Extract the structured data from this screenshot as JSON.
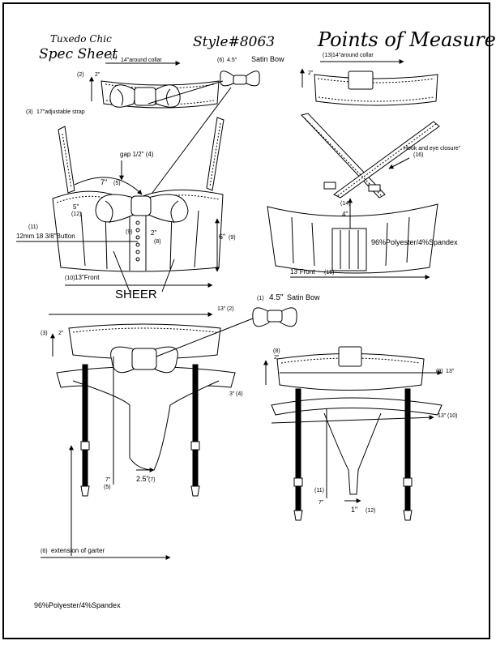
{
  "header": {
    "brand": "Tuxedo Chic",
    "sheet_type": "Spec Sheet",
    "style": "Style#8063",
    "title": "Points of Measure"
  },
  "collar_front": {
    "m1_num": "(1)",
    "m1_text": "14\"around collar",
    "m2_num": "(2)",
    "m2_text": "2\""
  },
  "bow_top": {
    "num": "(6)",
    "size": "4.5\"",
    "label": "Satin Bow"
  },
  "collar_back": {
    "m13_num": "(13)",
    "m13_text": "14\"around collar",
    "height": "2\""
  },
  "bra_front": {
    "strap_num": "(3)",
    "strap_text": "17\"adjustable strap",
    "gap": "gap 1/2\" (4)",
    "cup_top": "7\"",
    "cup_top_num": "(5)",
    "side": "5\"",
    "side_num": "(12)",
    "button_num": "(11)",
    "button_text": "12mm 18 3/8\"Button",
    "center_num": "(9)",
    "center": "2\"",
    "center_num2": "(8)",
    "height": "6\"",
    "height_num": "(9)",
    "front_num": "(10)",
    "front_text": "13\"Front",
    "sheer": "SHEER"
  },
  "bra_back": {
    "hook_text": "Hook and eye closure\"",
    "hook_num": "(16)",
    "back_num": "(14)",
    "back": "4\"",
    "front_text": "13\"Front",
    "front_num": "(15)",
    "fabric": "96%Polyester/4%Spandex"
  },
  "garter_front": {
    "bow_num": "(1)",
    "bow_size": "4.5\"",
    "bow_label": "Satin Bow",
    "waist": "13\"",
    "waist_num": "(2)",
    "band_num": "(3)",
    "band": "2\"",
    "side": "3\"",
    "side_num": "(4)",
    "front": "7\"",
    "front_num": "(5)",
    "crotch": "2.5\"",
    "crotch_num": "(7)",
    "ext_num": "(6)",
    "ext_text": "extension of garter"
  },
  "garter_back": {
    "band_num": "(8)",
    "band": "2\"",
    "waist_num": "(9)",
    "waist": "13\"",
    "low": "13\"",
    "low_num": "(10)",
    "length_num": "(11)",
    "length": "7\"",
    "crotch": "1\"",
    "crotch_num": "(12)"
  },
  "footer": {
    "fabric": "96%Polyester/4%Spandex"
  }
}
